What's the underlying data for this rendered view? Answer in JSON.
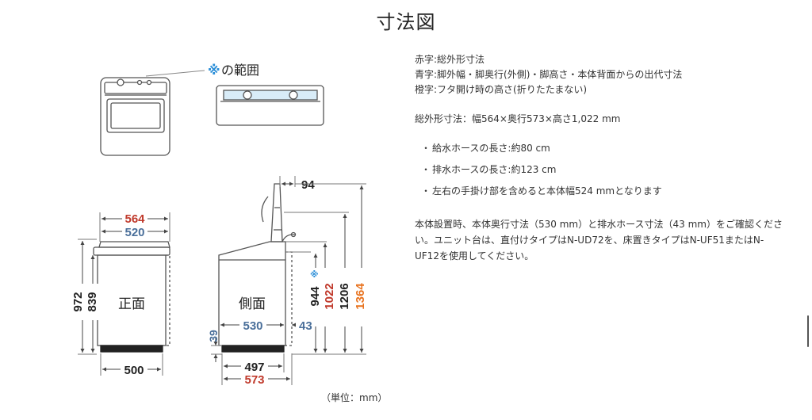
{
  "page": {
    "title": "寸法図"
  },
  "diagram": {
    "callout": {
      "mark": "※",
      "text": "の範囲"
    },
    "front": {
      "label": "正面",
      "width_outer": "564",
      "width_body": "520",
      "height_outer": "972",
      "height_body": "839",
      "width_base": "500"
    },
    "side": {
      "label": "側面",
      "lid_offset": "94",
      "height_ref": "944",
      "height_ref_mark": "※",
      "height_outer": "1022",
      "height_back": "1206",
      "height_lid_open": "1364",
      "depth_body": "530",
      "hose_offset": "43",
      "leg_height": "39",
      "depth_leg": "497",
      "depth_outer": "573"
    },
    "unit": "（単位：mm）"
  },
  "info": {
    "legend_red": "赤字:総外形寸法",
    "legend_blue": "青字:脚外幅・脚奥行(外側)・脚高さ・本体背面からの出代寸法",
    "legend_orange": "橙字:フタ開け時の高さ(折りたたまない)",
    "overall": "総外形寸法：幅564×奥行573×高さ1,022 mm",
    "bullets": [
      "給水ホースの長さ:約80 cm",
      "排水ホースの長さ:約123 cm",
      "左右の手掛け部を含めると本体幅524 mmとなります"
    ],
    "note": "本体設置時、本体奥行寸法（530 mm）と排水ホース寸法（43 mm）をご確認ください。ユニット台は、直付けタイプはN-UD72を、床置きタイプはN-UF51またはN-UF12を使用してください。"
  },
  "colors": {
    "red": "#c0392b",
    "blue": "#4a6f9a",
    "orange": "#e8731f",
    "callout": "#2c8fd8",
    "line": "#555555"
  }
}
